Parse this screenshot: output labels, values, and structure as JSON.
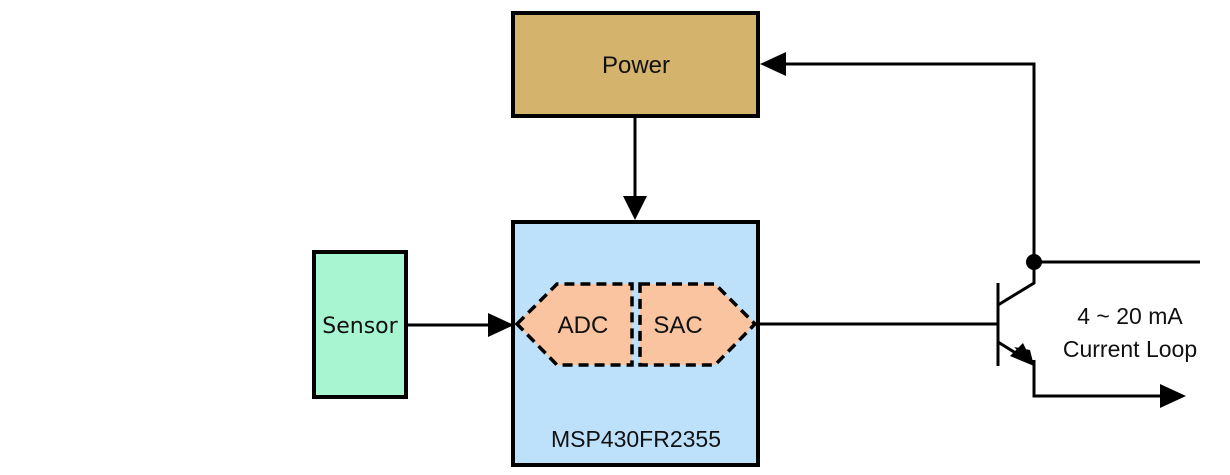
{
  "diagram": {
    "blocks": {
      "power": {
        "label": "Power",
        "color": "#d4b36c"
      },
      "mcu": {
        "label": "MSP430FR2355",
        "color": "#bde0fb"
      },
      "sensor": {
        "label": "Sensor",
        "color": "#a8f5d2"
      },
      "adc": {
        "label": "ADC",
        "color": "#f9c49f"
      },
      "sac": {
        "label": "SAC",
        "color": "#f9c49f"
      }
    },
    "loop_label": {
      "line1": "4 ~ 20 mA",
      "line2": "Current Loop"
    },
    "connections": [
      {
        "from": "sensor",
        "to": "adc"
      },
      {
        "from": "power",
        "to": "mcu"
      },
      {
        "from": "sac",
        "to": "transistor-base"
      },
      {
        "from": "transistor-collector-node",
        "to": "power"
      },
      {
        "from": "transistor-collector-node",
        "to": "loop-output-top"
      },
      {
        "from": "transistor-emitter",
        "to": "loop-output-bottom"
      }
    ],
    "line_color": "#000000"
  }
}
